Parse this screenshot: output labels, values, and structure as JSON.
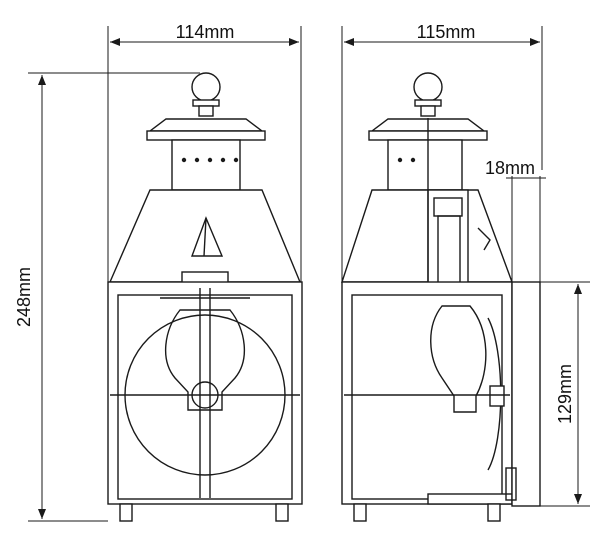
{
  "dimensions": {
    "front_width": "114mm",
    "side_width": "115mm",
    "height": "248mm",
    "bracket_projection": "18mm",
    "backplate_height": "129mm"
  },
  "views": [
    "front-view",
    "side-view"
  ],
  "colors": {
    "line": "#1a1a1a",
    "background": "#ffffff"
  }
}
